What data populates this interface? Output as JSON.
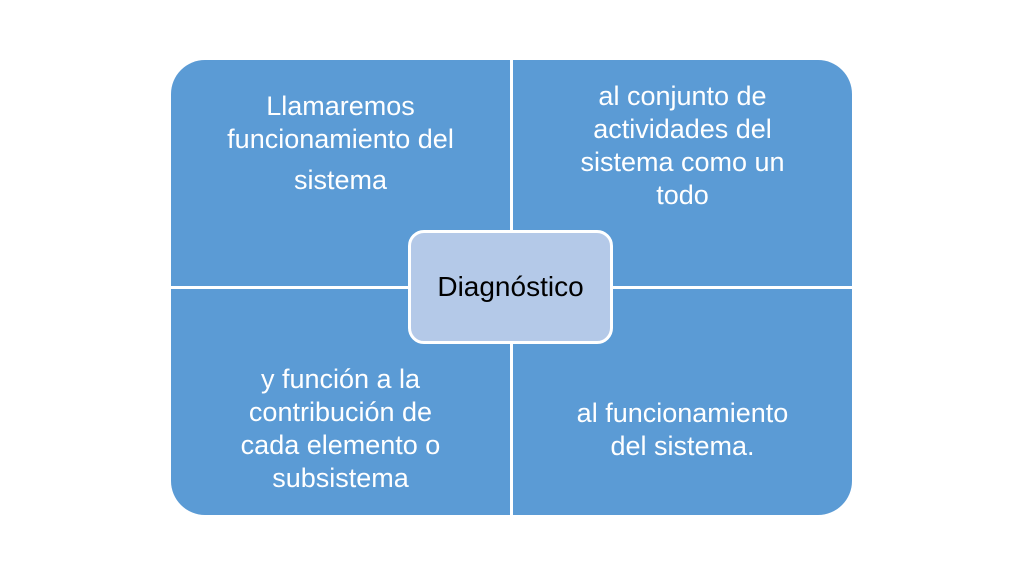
{
  "diagram": {
    "center_label": "Diagnóstico",
    "quadrants": {
      "top_left": {
        "lines": [
          "Llamaremos",
          "funcionamiento  del",
          "sistema"
        ]
      },
      "top_right": {
        "lines": [
          "al conjunto de",
          "actividades del",
          "sistema como un",
          "todo"
        ]
      },
      "bottom_left": {
        "lines": [
          "y función  a  la",
          "contribución  de",
          "cada  elemento  o",
          "subsistema"
        ]
      },
      "bottom_right": {
        "lines": [
          "al funcionamiento",
          "del  sistema."
        ]
      }
    },
    "colors": {
      "quadrant_fill": "#5b9bd5",
      "center_fill": "#b4c9e8",
      "divider": "#ffffff"
    }
  }
}
